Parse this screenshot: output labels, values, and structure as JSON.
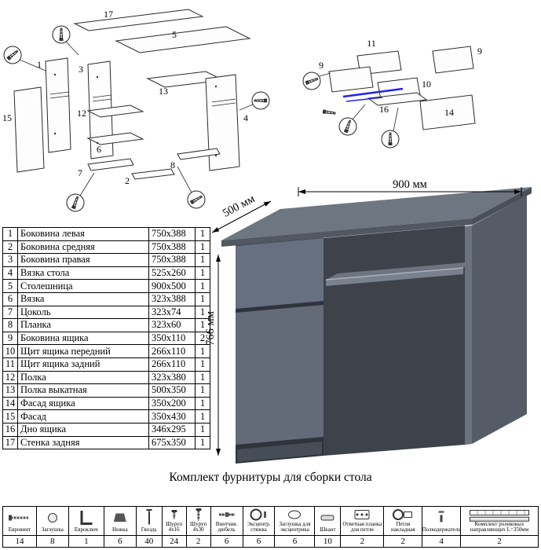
{
  "parts_table": {
    "rows": [
      {
        "num": "1",
        "name": "Боковина левая",
        "size": "750x388",
        "qty": "1"
      },
      {
        "num": "2",
        "name": "Боковина средняя",
        "size": "750x388",
        "qty": "1"
      },
      {
        "num": "3",
        "name": "Боковина правая",
        "size": "750x388",
        "qty": "1"
      },
      {
        "num": "4",
        "name": "Вязка стола",
        "size": "525x260",
        "qty": "1"
      },
      {
        "num": "5",
        "name": "Столешница",
        "size": "900x500",
        "qty": "1"
      },
      {
        "num": "6",
        "name": "Вязка",
        "size": "323x388",
        "qty": "1"
      },
      {
        "num": "7",
        "name": "Цоколь",
        "size": "323x74",
        "qty": "1"
      },
      {
        "num": "8",
        "name": "Планка",
        "size": "323x60",
        "qty": "1"
      },
      {
        "num": "9",
        "name": "Боковина ящика",
        "size": "350x110",
        "qty": "2"
      },
      {
        "num": "10",
        "name": "Щит ящика передний",
        "size": "266x110",
        "qty": "1"
      },
      {
        "num": "11",
        "name": "Щит ящика задний",
        "size": "266x110",
        "qty": "1"
      },
      {
        "num": "12",
        "name": "Полка",
        "size": "323x380",
        "qty": "1"
      },
      {
        "num": "13",
        "name": "Полка выкатная",
        "size": "500x350",
        "qty": "1"
      },
      {
        "num": "14",
        "name": "Фасад ящика",
        "size": "350x200",
        "qty": "1"
      },
      {
        "num": "15",
        "name": "Фасад",
        "size": "350x430",
        "qty": "1"
      },
      {
        "num": "16",
        "name": "Дно ящика",
        "size": "346x295",
        "qty": "1"
      },
      {
        "num": "17",
        "name": "Стенка задняя",
        "size": "675x350",
        "qty": "1"
      }
    ]
  },
  "desk": {
    "width_label": "900 мм",
    "depth_label": "500 мм",
    "height_label": "766 мм",
    "body_color": "#656d7a",
    "accent_color": "#2222ee"
  },
  "exploded_left": {
    "labels": [
      "17",
      "5",
      "1",
      "3",
      "13",
      "12",
      "15",
      "6",
      "7",
      "2",
      "8",
      "4"
    ]
  },
  "exploded_right": {
    "labels": [
      "11",
      "9",
      "9",
      "10",
      "16",
      "14"
    ]
  },
  "hardware": {
    "title": "Комплект фурнитуры для сборки стола",
    "items": [
      {
        "name": "Евровинт",
        "qty": "14",
        "icon": "i-euroscrew"
      },
      {
        "name": "Заглушка",
        "qty": "8",
        "icon": "i-cap"
      },
      {
        "name": "Евроключ",
        "qty": "1",
        "icon": "i-eurokey"
      },
      {
        "name": "Ножка",
        "qty": "6",
        "icon": "i-foot"
      },
      {
        "name": "Гвоздь",
        "qty": "40",
        "icon": "i-nail"
      },
      {
        "name": "Шуруп 4x16",
        "qty": "24",
        "icon": "i-screw-s"
      },
      {
        "name": "Шуруп 4x30",
        "qty": "2",
        "icon": "i-screw-l"
      },
      {
        "name": "Винтчив. дюбель",
        "qty": "6",
        "icon": "i-vdowel"
      },
      {
        "name": "Эксцентр. стяжка",
        "qty": "6",
        "icon": "i-cam"
      },
      {
        "name": "Заглушка для эксцентрика",
        "qty": "6",
        "icon": "i-camcap"
      },
      {
        "name": "Шкант",
        "qty": "10",
        "icon": "i-shkant"
      },
      {
        "name": "Ответная планка для петли",
        "qty": "2",
        "icon": "i-hplate"
      },
      {
        "name": "Петля накладная",
        "qty": "2",
        "icon": "i-hinge"
      },
      {
        "name": "Полкодержатель",
        "qty": "4",
        "icon": "i-shelfpin"
      },
      {
        "name": "Комплект роликовых направляющих L=350мм",
        "qty": "2",
        "icon": "i-slides"
      }
    ]
  }
}
